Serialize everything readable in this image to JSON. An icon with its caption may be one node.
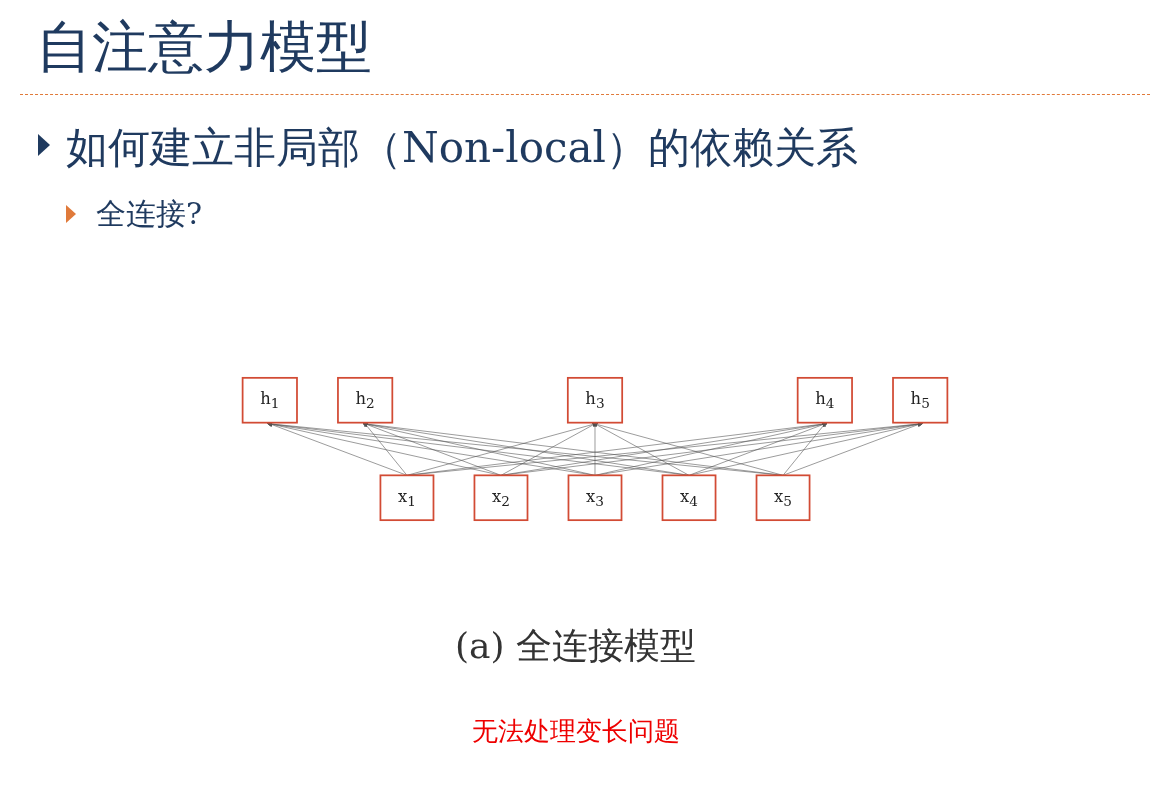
{
  "diagram": {
    "title": "自注意力模型",
    "caption": "(a) 全连接模型",
    "nodes": [
      {
        "text": [
          "h$_{1}$"
        ]
      },
      {
        "text": [
          "h$_{2}$"
        ]
      },
      {
        "text": [
          "h$_{3}$"
        ]
      },
      {
        "text": [
          "h$_{4}$"
        ]
      },
      {
        "text": [
          "h$_{5}$"
        ]
      },
      {
        "text": [
          "x$_{1}$"
        ]
      },
      {
        "text": [
          "x$_{2}$"
        ]
      },
      {
        "text": [
          "x$_{3}$"
        ]
      },
      {
        "text": [
          "x$_{4}$"
        ]
      },
      {
        "text": [
          "x$_{5}$"
        ]
      }
    ],
    "edges": [
      {
        "from": 5,
        "to": 0,
        "arrow": "to"
      },
      {
        "from": 5,
        "to": 1,
        "arrow": "to"
      },
      {
        "from": 5,
        "to": 2,
        "arrow": "to"
      },
      {
        "from": 5,
        "to": 3,
        "arrow": "to"
      },
      {
        "from": 5,
        "to": 4,
        "arrow": "to"
      },
      {
        "from": 6,
        "to": 0,
        "arrow": "to"
      },
      {
        "from": 6,
        "to": 1,
        "arrow": "to"
      },
      {
        "from": 6,
        "to": 2,
        "arrow": "to"
      },
      {
        "from": 6,
        "to": 3,
        "arrow": "to"
      },
      {
        "from": 6,
        "to": 4,
        "arrow": "to"
      },
      {
        "from": 7,
        "to": 0,
        "arrow": "to"
      },
      {
        "from": 7,
        "to": 1,
        "arrow": "to"
      },
      {
        "from": 7,
        "to": 2,
        "arrow": "to"
      },
      {
        "from": 7,
        "to": 3,
        "arrow": "to"
      },
      {
        "from": 7,
        "to": 4,
        "arrow": "to"
      },
      {
        "from": 8,
        "to": 0,
        "arrow": "to"
      },
      {
        "from": 8,
        "to": 1,
        "arrow": "to"
      },
      {
        "from": 8,
        "to": 2,
        "arrow": "to"
      },
      {
        "from": 8,
        "to": 3,
        "arrow": "to"
      },
      {
        "from": 8,
        "to": 4,
        "arrow": "to"
      },
      {
        "from": 9,
        "to": 0,
        "arrow": "to"
      },
      {
        "from": 9,
        "to": 1,
        "arrow": "to"
      },
      {
        "from": 9,
        "to": 2,
        "arrow": "to"
      },
      {
        "from": 9,
        "to": 3,
        "arrow": "to"
      },
      {
        "from": 9,
        "to": 4,
        "arrow": "to"
      }
    ],
    "labels": [
      "如何建立非局部（Non-local）的依赖关系",
      "全连接?",
      "无法处理变长问题"
    ]
  }
}
